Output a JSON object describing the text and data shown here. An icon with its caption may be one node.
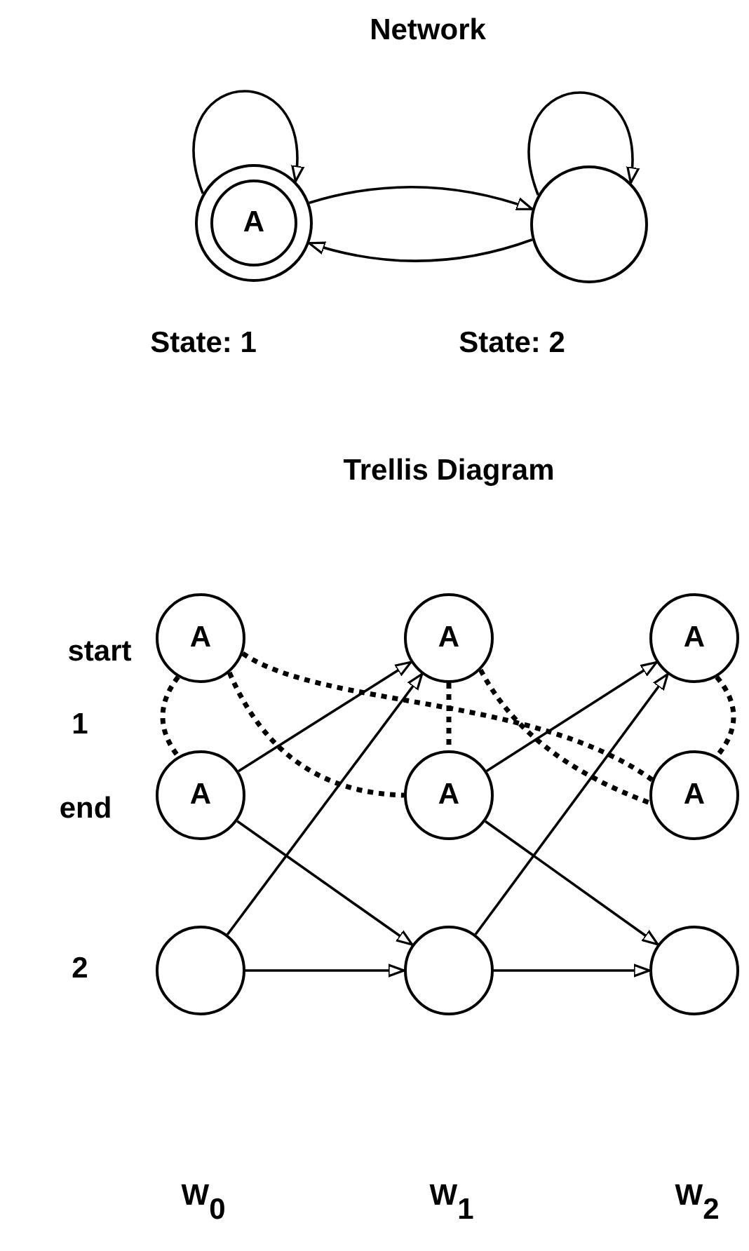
{
  "diagram": {
    "title": "Network",
    "nodes": [
      {
        "text": [
          "A"
        ]
      },
      {
        "text": [],
        "shape": "circle"
      },
      {
        "text": [
          "A"
        ]
      },
      {
        "text": [
          "A"
        ]
      },
      {
        "text": [
          "A"
        ]
      },
      {
        "text": [
          "A"
        ]
      },
      {
        "text": [
          "A"
        ]
      },
      {
        "text": [
          "A"
        ]
      },
      {
        "text": [],
        "shape": "circle"
      },
      {
        "text": [],
        "shape": "circle"
      },
      {
        "text": [],
        "shape": "circle"
      }
    ],
    "edges": [
      {
        "from": 0,
        "to": 0,
        "arrow": "to"
      },
      {
        "from": 1,
        "to": 1,
        "arrow": "to"
      },
      {
        "from": 0,
        "to": 1,
        "arrow": "to"
      },
      {
        "from": 1,
        "to": 0,
        "arrow": "to"
      },
      {
        "from": 5,
        "to": 3,
        "arrow": "to"
      },
      {
        "from": 8,
        "to": 3,
        "arrow": "to"
      },
      {
        "from": 5,
        "to": 9,
        "arrow": "to"
      },
      {
        "from": 8,
        "to": 9,
        "arrow": "to"
      },
      {
        "from": 6,
        "to": 4,
        "arrow": "to"
      },
      {
        "from": 9,
        "to": 4,
        "arrow": "to"
      },
      {
        "from": 6,
        "to": 10,
        "arrow": "to"
      },
      {
        "from": 9,
        "to": 10,
        "arrow": "to"
      },
      {
        "from": 2,
        "to": 5,
        "arrow": "none",
        "style": "dashed"
      },
      {
        "from": 2,
        "to": 6,
        "arrow": "none",
        "style": "dashed"
      },
      {
        "from": 2,
        "to": 7,
        "arrow": "none",
        "style": "dashed"
      },
      {
        "from": 3,
        "to": 6,
        "arrow": "none",
        "style": "dashed"
      },
      {
        "from": 3,
        "to": 7,
        "arrow": "none",
        "style": "dashed"
      },
      {
        "from": 4,
        "to": 7,
        "arrow": "none",
        "style": "dashed"
      }
    ],
    "labels": [
      "State: 1",
      "State: 2",
      "Trellis Diagram",
      "start",
      "1",
      "end",
      "2",
      "W$_{0}$",
      "W$_{1}$",
      "W$_{2}$"
    ]
  }
}
